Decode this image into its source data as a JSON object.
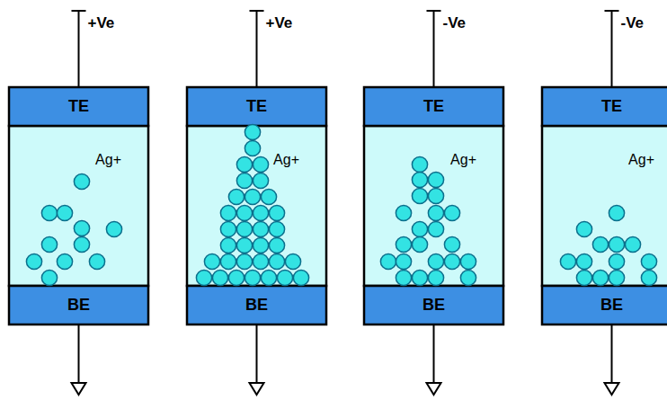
{
  "diagram": {
    "nodes": [
      {
        "text": [
          "TE"
        ]
      },
      {
        "text": [
          "Ag+"
        ]
      },
      {
        "text": [
          "BE"
        ]
      },
      {
        "text": [
          "TE"
        ]
      },
      {
        "text": [
          "Ag+"
        ]
      },
      {
        "text": [
          "BE"
        ]
      },
      {
        "text": [
          "TE"
        ]
      },
      {
        "text": [
          "Ag+"
        ]
      },
      {
        "text": [
          "BE"
        ]
      },
      {
        "text": [
          "TE"
        ]
      },
      {
        "text": [
          "Ag+"
        ]
      },
      {
        "text": [
          "BE"
        ]
      }
    ],
    "labels": [
      "+Ve",
      "+Ve",
      "-Ve",
      "-Ve"
    ]
  }
}
